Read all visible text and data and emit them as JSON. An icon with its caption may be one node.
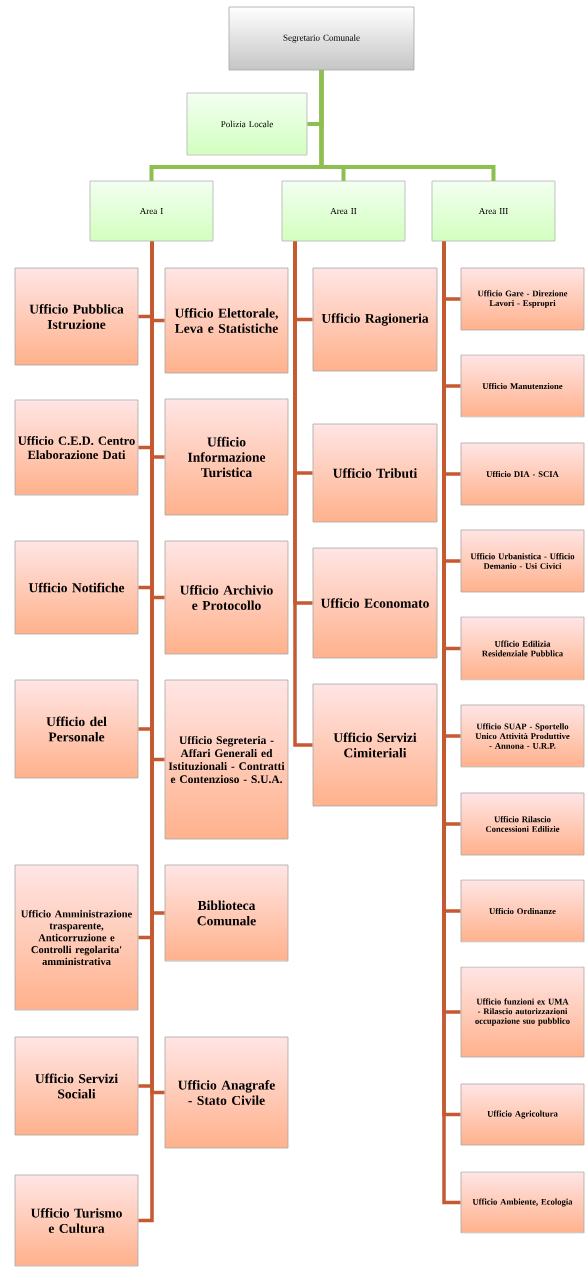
{
  "diagram": {
    "nodes": [
      {
        "text": [
          "Segretario Comunale"
        ]
      },
      {
        "text": [
          "Polizia Locale"
        ]
      },
      {
        "text": [
          "Area I"
        ]
      },
      {
        "text": [
          "Area II"
        ]
      },
      {
        "text": [
          "Area III"
        ]
      },
      {
        "text": [
          "Ufficio Pubblica Istruzione"
        ]
      },
      {
        "text": [
          "Ufficio Elettorale, Leva e Statistiche"
        ]
      },
      {
        "text": [
          "Ufficio C.E.D. Centro Elaborazione Dati"
        ]
      },
      {
        "text": [
          "Ufficio Informazione Turistica"
        ]
      },
      {
        "text": [
          "Ufficio Notifiche"
        ]
      },
      {
        "text": [
          "Ufficio Archivio e Protocollo"
        ]
      },
      {
        "text": [
          "Ufficio del Personale"
        ]
      },
      {
        "text": [
          "Ufficio Segreteria - Affari Generali ed Istituzionali - Contratti e Contenzioso - S.U.A."
        ]
      },
      {
        "text": [
          "Ufficio Amministrazione trasparente, Anticorruzione e Controlli regolarita' amministrativa"
        ]
      },
      {
        "text": [
          "Biblioteca Comunale"
        ]
      },
      {
        "text": [
          "Ufficio Servizi Sociali"
        ]
      },
      {
        "text": [
          "Ufficio Anagrafe - Stato Civile"
        ]
      },
      {
        "text": [
          "Ufficio Turismo e Cultura"
        ]
      },
      {
        "text": [
          "Ufficio Ragioneria"
        ]
      },
      {
        "text": [
          "Ufficio Tributi"
        ]
      },
      {
        "text": [
          "Ufficio Economato"
        ]
      },
      {
        "text": [
          "Ufficio Servizi Cimiteriali"
        ]
      },
      {
        "text": [
          "Ufficio Gare - Direzione Lavori - Espropri"
        ]
      },
      {
        "text": [
          "Ufficio Manutenzione"
        ]
      },
      {
        "text": [
          "Ufficio DIA - SCIA"
        ]
      },
      {
        "text": [
          "Ufficio Urbanistica - Ufficio Demanio - Usi Civici"
        ]
      },
      {
        "text": [
          "Ufficio Edilizia Residenziale Pubblica"
        ]
      },
      {
        "text": [
          "Ufficio SUAP - Sportello Unico Attività Produttive - Annona - U.R.P."
        ]
      },
      {
        "text": [
          "Ufficio Rilascio Concessioni Edilizie"
        ]
      },
      {
        "text": [
          "Ufficio Ordinanze"
        ]
      },
      {
        "text": [
          "Ufficio funzioni ex UMA - Rilascio autorizzazioni occupazione suo pubblico"
        ]
      },
      {
        "text": [
          "Ufficio Agricoltura"
        ]
      },
      {
        "text": [
          "Ufficio Ambiente, Ecologia"
        ]
      }
    ],
    "edges": [
      {
        "from": 0,
        "to": 1,
        "arrow": "none",
        "color": "#8cbf4f"
      },
      {
        "from": 0,
        "to": 2,
        "arrow": "none",
        "color": "#8cbf4f"
      },
      {
        "from": 0,
        "to": 3,
        "arrow": "none",
        "color": "#8cbf4f"
      },
      {
        "from": 0,
        "to": 4,
        "arrow": "none",
        "color": "#8cbf4f"
      },
      {
        "from": 2,
        "to": 5,
        "arrow": "none"
      },
      {
        "from": 2,
        "to": 6,
        "arrow": "none"
      },
      {
        "from": 2,
        "to": 7,
        "arrow": "none"
      },
      {
        "from": 2,
        "to": 8,
        "arrow": "none"
      },
      {
        "from": 2,
        "to": 9,
        "arrow": "none"
      },
      {
        "from": 2,
        "to": 10,
        "arrow": "none"
      },
      {
        "from": 2,
        "to": 11,
        "arrow": "none"
      },
      {
        "from": 2,
        "to": 12,
        "arrow": "none"
      },
      {
        "from": 2,
        "to": 13,
        "arrow": "none"
      },
      {
        "from": 2,
        "to": 14,
        "arrow": "none"
      },
      {
        "from": 2,
        "to": 15,
        "arrow": "none"
      },
      {
        "from": 2,
        "to": 16,
        "arrow": "none"
      },
      {
        "from": 2,
        "to": 17,
        "arrow": "none"
      },
      {
        "from": 3,
        "to": 18,
        "arrow": "none"
      },
      {
        "from": 3,
        "to": 19,
        "arrow": "none"
      },
      {
        "from": 3,
        "to": 20,
        "arrow": "none"
      },
      {
        "from": 3,
        "to": 21,
        "arrow": "none"
      },
      {
        "from": 4,
        "to": 22,
        "arrow": "none"
      },
      {
        "from": 4,
        "to": 23,
        "arrow": "none"
      },
      {
        "from": 4,
        "to": 24,
        "arrow": "none"
      },
      {
        "from": 4,
        "to": 25,
        "arrow": "none"
      },
      {
        "from": 4,
        "to": 26,
        "arrow": "none"
      },
      {
        "from": 4,
        "to": 27,
        "arrow": "none"
      },
      {
        "from": 4,
        "to": 28,
        "arrow": "none"
      },
      {
        "from": 4,
        "to": 29,
        "arrow": "none"
      },
      {
        "from": 4,
        "to": 30,
        "arrow": "none"
      },
      {
        "from": 4,
        "to": 31,
        "arrow": "none"
      },
      {
        "from": 4,
        "to": 32,
        "arrow": "none"
      }
    ]
  }
}
